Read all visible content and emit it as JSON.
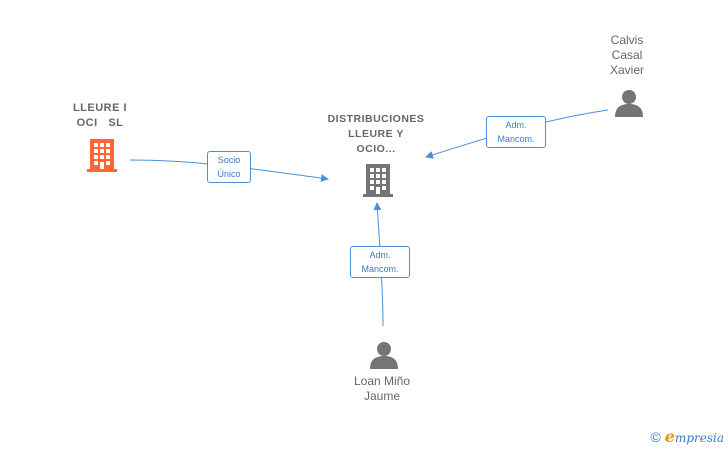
{
  "nodes": {
    "lleure": {
      "lines": [
        "LLEURE I",
        "OCI   SL"
      ],
      "color": "#ff6633"
    },
    "distribuciones": {
      "lines": [
        "DISTRIBUCIONES",
        "LLEURE Y",
        "OCIO..."
      ],
      "color": "#757575"
    },
    "calvis": {
      "lines": [
        "Calvis",
        "Casal",
        "Xavier"
      ],
      "color": "#757575"
    },
    "loan": {
      "lines": [
        "Loan Miño",
        "Jaume"
      ],
      "color": "#757575"
    }
  },
  "edges": {
    "socio_unico": {
      "lines": [
        "Socio",
        "Único"
      ]
    },
    "adm_calvis": {
      "lines": [
        "Adm.",
        "Mancom."
      ]
    },
    "adm_loan": {
      "lines": [
        "Adm.",
        "Mancom."
      ]
    }
  },
  "colors": {
    "edge": "#4a90d9",
    "accent": "#f29400"
  },
  "footer": {
    "copyright": "©",
    "brand_first": "e",
    "brand_rest": "mpresia"
  }
}
